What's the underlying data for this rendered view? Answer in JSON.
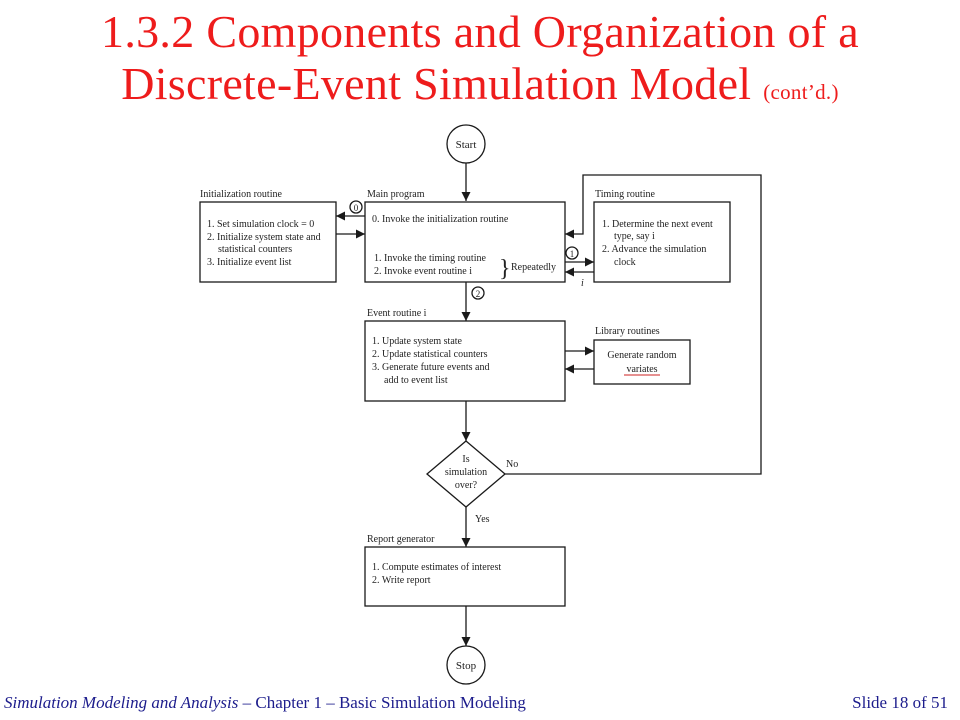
{
  "slide": {
    "title_line1": "1.3.2  Components and Organization of a",
    "title_line2": "Discrete-Event Simulation Model",
    "title_suffix": "(cont’d.)",
    "colors": {
      "title": "#ee1c1c",
      "footer": "#1c1c8c",
      "diagram": "#1a1a1a"
    }
  },
  "diagram": {
    "start": "Start",
    "stop": "Stop",
    "init": {
      "label": "Initialization routine",
      "lines": [
        "1. Set simulation clock = 0",
        "2. Initialize system state and",
        "statistical counters",
        "3. Initialize event list"
      ]
    },
    "main": {
      "label": "Main program",
      "lines": [
        "0. Invoke the initialization routine",
        "1. Invoke the timing routine",
        "2. Invoke event routine i"
      ],
      "repeatedly": "Repeatedly"
    },
    "timing": {
      "label": "Timing routine",
      "lines": [
        "1. Determine the next event",
        "type, say i",
        "2. Advance the simulation",
        "clock"
      ]
    },
    "event": {
      "label": "Event routine i",
      "lines": [
        "1. Update system state",
        "2. Update statistical counters",
        "3. Generate future events and",
        "add to event list"
      ]
    },
    "library": {
      "label": "Library routines",
      "lines": [
        "Generate random",
        "variates"
      ]
    },
    "decision": {
      "lines": [
        "Is",
        "simulation",
        "over?"
      ],
      "no": "No",
      "yes": "Yes"
    },
    "report": {
      "label": "Report generator",
      "lines": [
        "1. Compute estimates of interest",
        "2. Write report"
      ]
    },
    "markers": {
      "zero": "0",
      "one": "1",
      "two": "2",
      "i_label": "i"
    }
  },
  "footer": {
    "book": "Simulation Modeling and Analysis",
    "chapter": " – Chapter 1 –  Basic Simulation Modeling",
    "slide": "Slide 18 of 51"
  }
}
